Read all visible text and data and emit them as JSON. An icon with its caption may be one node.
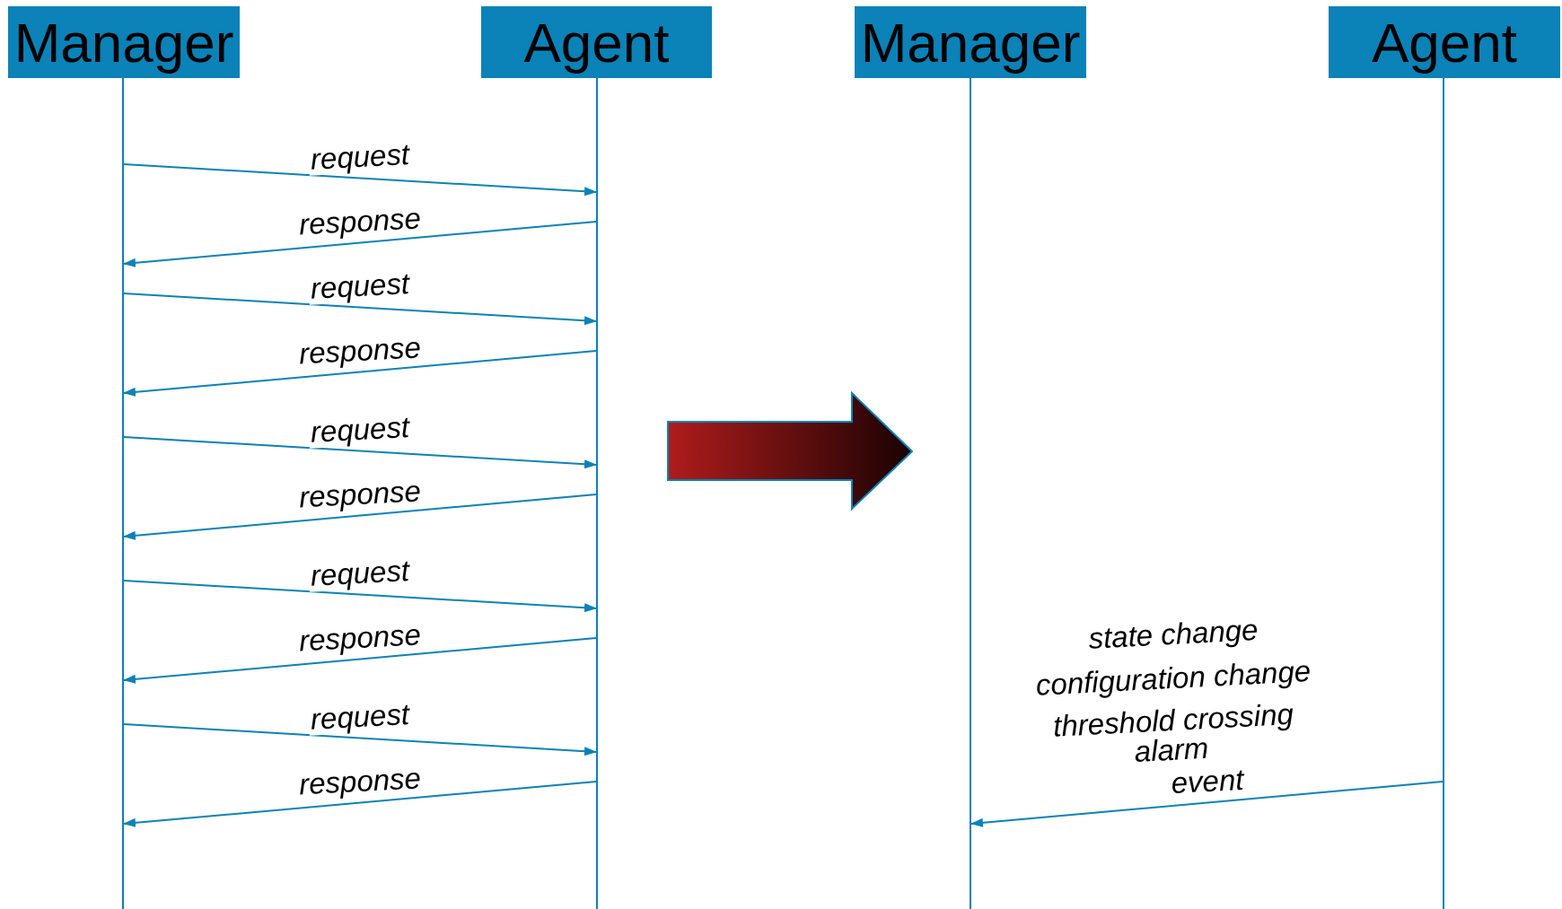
{
  "diagram": {
    "nodes": [
      {
        "text": [
          "Manager"
        ]
      },
      {
        "text": [
          "Agent"
        ]
      },
      {
        "text": [
          "Manager"
        ]
      },
      {
        "text": [
          "Agent"
        ]
      },
      {
        "text": [],
        "shape": "bar"
      },
      {
        "text": [],
        "shape": "bar"
      },
      {
        "text": [],
        "shape": "bar"
      },
      {
        "text": [],
        "shape": "bar"
      }
    ],
    "edges": [
      {
        "from": 4,
        "to": 5,
        "arrow": "to",
        "label": "request"
      },
      {
        "from": 5,
        "to": 4,
        "arrow": "to",
        "label": "response"
      },
      {
        "from": 4,
        "to": 5,
        "arrow": "to",
        "label": "request"
      },
      {
        "from": 5,
        "to": 4,
        "arrow": "to",
        "label": "response"
      },
      {
        "from": 4,
        "to": 5,
        "arrow": "to",
        "label": "request"
      },
      {
        "from": 5,
        "to": 4,
        "arrow": "to",
        "label": "response"
      },
      {
        "from": 4,
        "to": 5,
        "arrow": "to",
        "label": "request"
      },
      {
        "from": 5,
        "to": 4,
        "arrow": "to",
        "label": "response"
      },
      {
        "from": 4,
        "to": 5,
        "arrow": "to",
        "label": "request"
      },
      {
        "from": 5,
        "to": 4,
        "arrow": "to",
        "label": "response"
      },
      {
        "from": 7,
        "to": 6,
        "arrow": "to",
        "label": "event"
      }
    ],
    "labels": [
      "state change",
      "configuration change",
      "threshold crossing",
      "alarm"
    ]
  }
}
